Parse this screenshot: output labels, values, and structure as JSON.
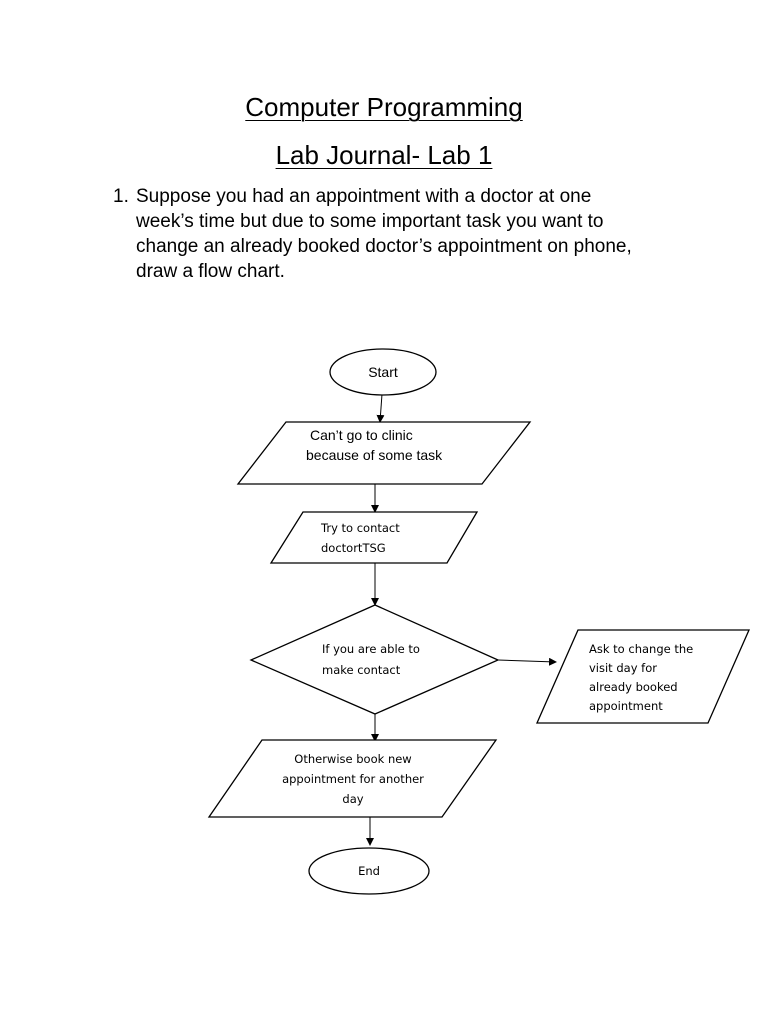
{
  "document": {
    "title": "Computer Programming",
    "subtitle": "Lab Journal- Lab 1",
    "question": {
      "number": "1.",
      "lines": [
        "Suppose you had an appointment with a doctor at one",
        "week’s time but due to some important task you want to",
        "change an already booked doctor’s appointment on phone,",
        "draw a flow chart."
      ]
    }
  },
  "flowchart": {
    "start": {
      "label": "Start"
    },
    "cant_go": {
      "lines": [
        "Can’t go to clinic",
        "because of some task"
      ]
    },
    "contact": {
      "lines": [
        "Try to contact",
        "doctortTSG"
      ]
    },
    "decision": {
      "lines": [
        "If you are able to",
        "make contact"
      ]
    },
    "change_day": {
      "lines": [
        "Ask to change the",
        "visit day for",
        "already booked",
        "appointment"
      ]
    },
    "book_new": {
      "lines": [
        "Otherwise book new",
        "appointment for another",
        "day"
      ]
    },
    "end": {
      "label": "End"
    }
  }
}
